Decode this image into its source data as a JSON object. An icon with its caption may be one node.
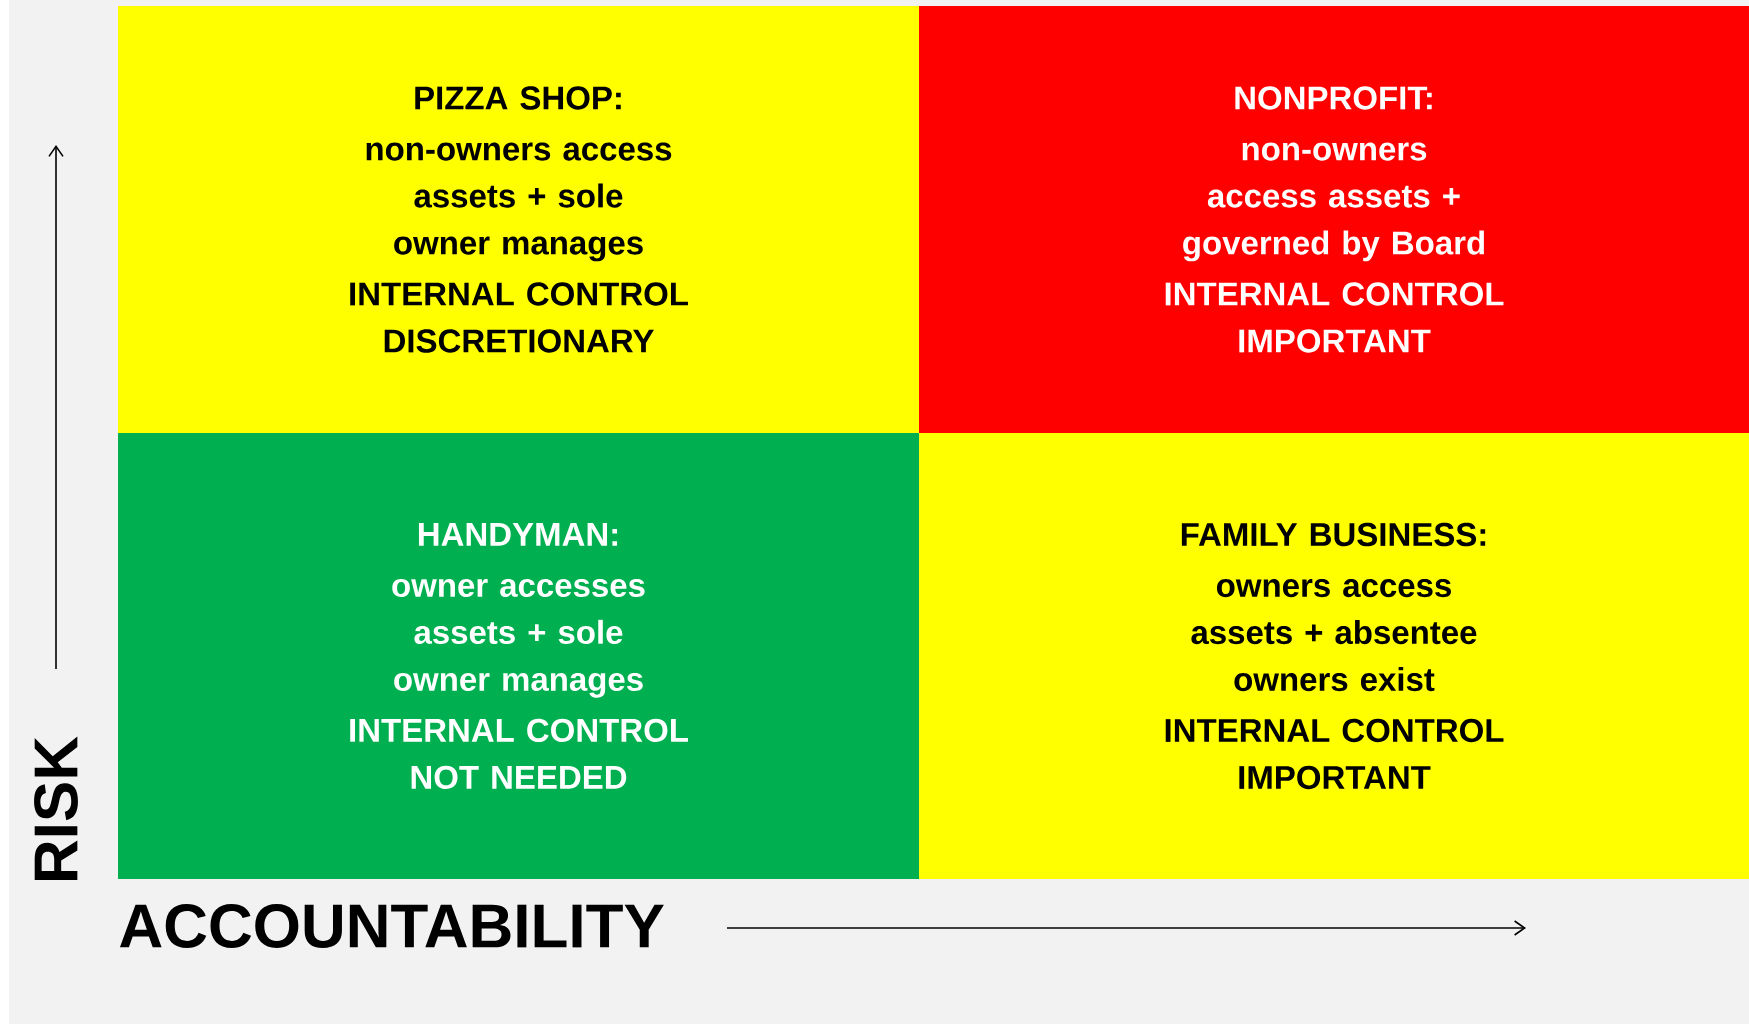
{
  "diagram": {
    "nodes": [
      {
        "text": [
          "PIZZA SHOP:",
          "non-owners access assets + sole owner manages",
          "INTERNAL CONTROL DISCRETIONARY"
        ]
      },
      {
        "text": [
          "NONPROFIT:",
          "non-owners access assets + governed by Board",
          "INTERNAL CONTROL IMPORTANT"
        ]
      },
      {
        "text": [
          "HANDYMAN:",
          "owner accesses assets + sole owner manages",
          "INTERNAL CONTROL NOT NEEDED"
        ]
      },
      {
        "text": [
          "FAMILY BUSINESS:",
          "owners access assets + absentee owners exist",
          "INTERNAL CONTROL IMPORTANT"
        ]
      }
    ],
    "labels": [
      "RISK",
      "ACCOUNTABILITY"
    ]
  }
}
